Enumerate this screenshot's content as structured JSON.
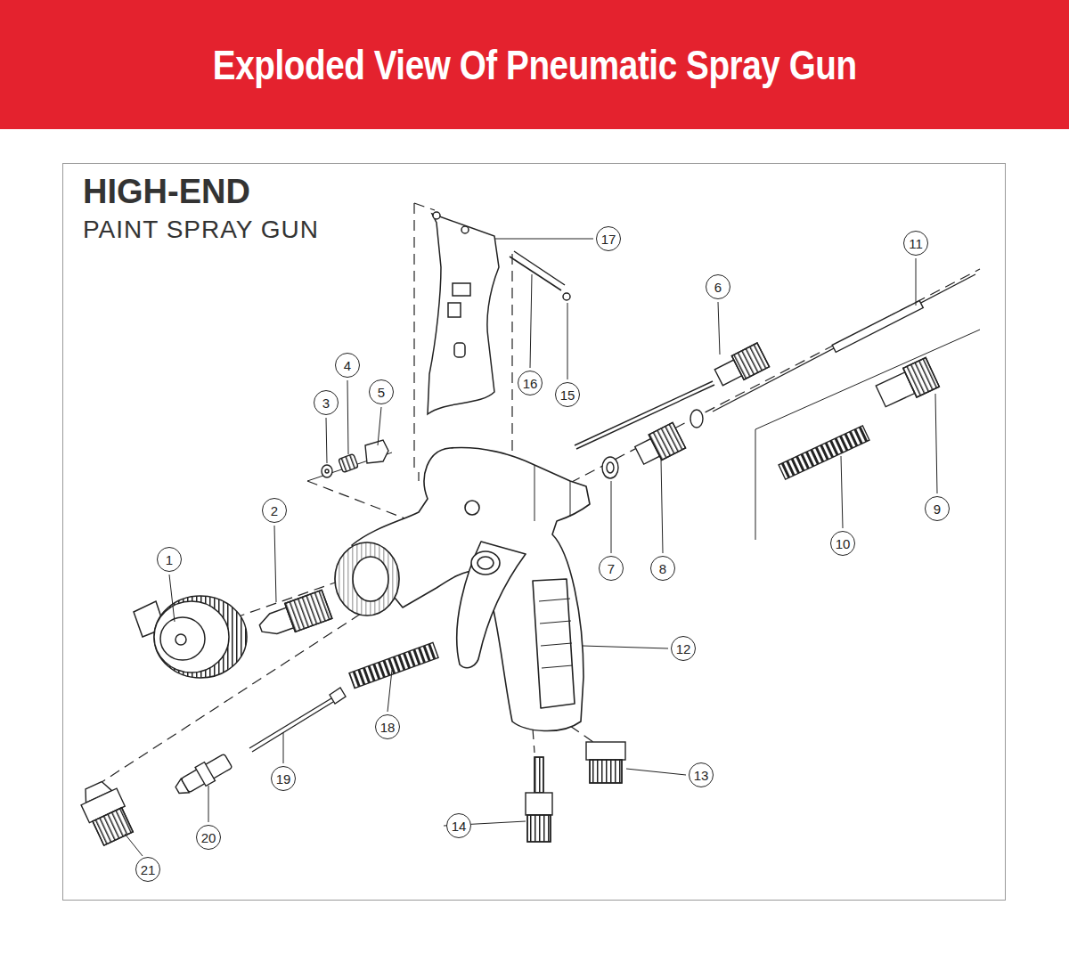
{
  "diagram": {
    "title": "Exploded View Of Pneumatic Spray Gun",
    "nodes": [
      {
        "text": [
          "1"
        ]
      },
      {
        "text": [
          "2"
        ]
      },
      {
        "text": [
          "3"
        ]
      },
      {
        "text": [
          "4"
        ]
      },
      {
        "text": [
          "5"
        ]
      },
      {
        "text": [
          "6"
        ]
      },
      {
        "text": [
          "7"
        ]
      },
      {
        "text": [
          "8"
        ]
      },
      {
        "text": [
          "9"
        ]
      },
      {
        "text": [
          "10"
        ]
      },
      {
        "text": [
          "11"
        ]
      },
      {
        "text": [
          "12"
        ]
      },
      {
        "text": [
          "13"
        ]
      },
      {
        "text": [
          "14"
        ]
      },
      {
        "text": [
          "15"
        ]
      },
      {
        "text": [
          "16"
        ]
      },
      {
        "text": [
          "17"
        ]
      },
      {
        "text": [
          "18"
        ]
      },
      {
        "text": [
          "19"
        ]
      },
      {
        "text": [
          "20"
        ]
      },
      {
        "text": [
          "21"
        ]
      }
    ],
    "labels": [
      "HIGH-END",
      "PAINT SPRAY GUN"
    ]
  }
}
